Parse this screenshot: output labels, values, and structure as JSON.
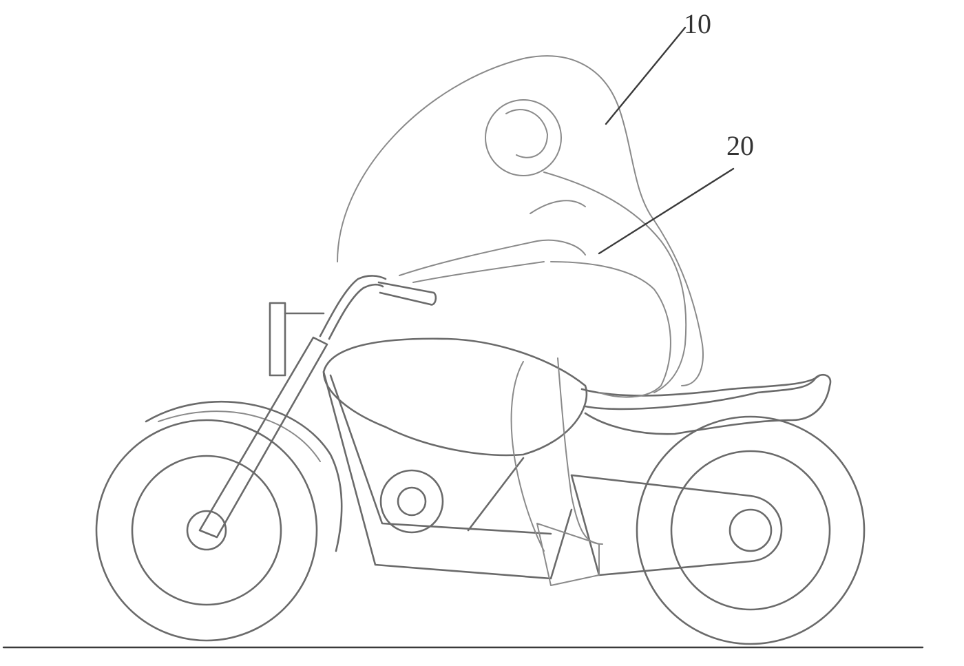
{
  "figure": {
    "labels": [
      {
        "id": "ref-10",
        "text": "10"
      },
      {
        "id": "ref-20",
        "text": "20"
      }
    ],
    "colors": {
      "line": "#6a6a6a",
      "text": "#333333",
      "background": "#ffffff"
    }
  }
}
